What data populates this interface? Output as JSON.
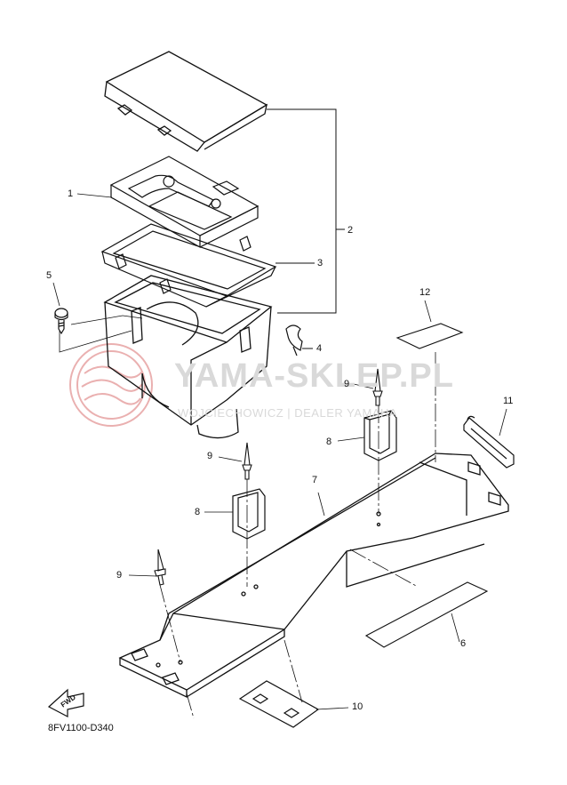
{
  "watermark": {
    "title": "YAMA-SKLEP.PL",
    "subtitle": "WOJCIECHOWICZ | DEALER YAMAHA"
  },
  "callouts": [
    {
      "id": "c1",
      "text": "1"
    },
    {
      "id": "c2",
      "text": "2"
    },
    {
      "id": "c3",
      "text": "3"
    },
    {
      "id": "c4",
      "text": "4"
    },
    {
      "id": "c5",
      "text": "5"
    },
    {
      "id": "c6",
      "text": "6"
    },
    {
      "id": "c7",
      "text": "7"
    },
    {
      "id": "c8a",
      "text": "8"
    },
    {
      "id": "c8b",
      "text": "8"
    },
    {
      "id": "c9a",
      "text": "9"
    },
    {
      "id": "c9b",
      "text": "9"
    },
    {
      "id": "c9c",
      "text": "9"
    },
    {
      "id": "c10",
      "text": "10"
    },
    {
      "id": "c11",
      "text": "11"
    },
    {
      "id": "c12",
      "text": "12"
    }
  ],
  "fwd_label": "FWD",
  "diagram_code": "8FV1100-D340",
  "colors": {
    "line": "#111111",
    "watermark": "#d9d9d9",
    "watermark_logo": "#e8a0a0"
  }
}
